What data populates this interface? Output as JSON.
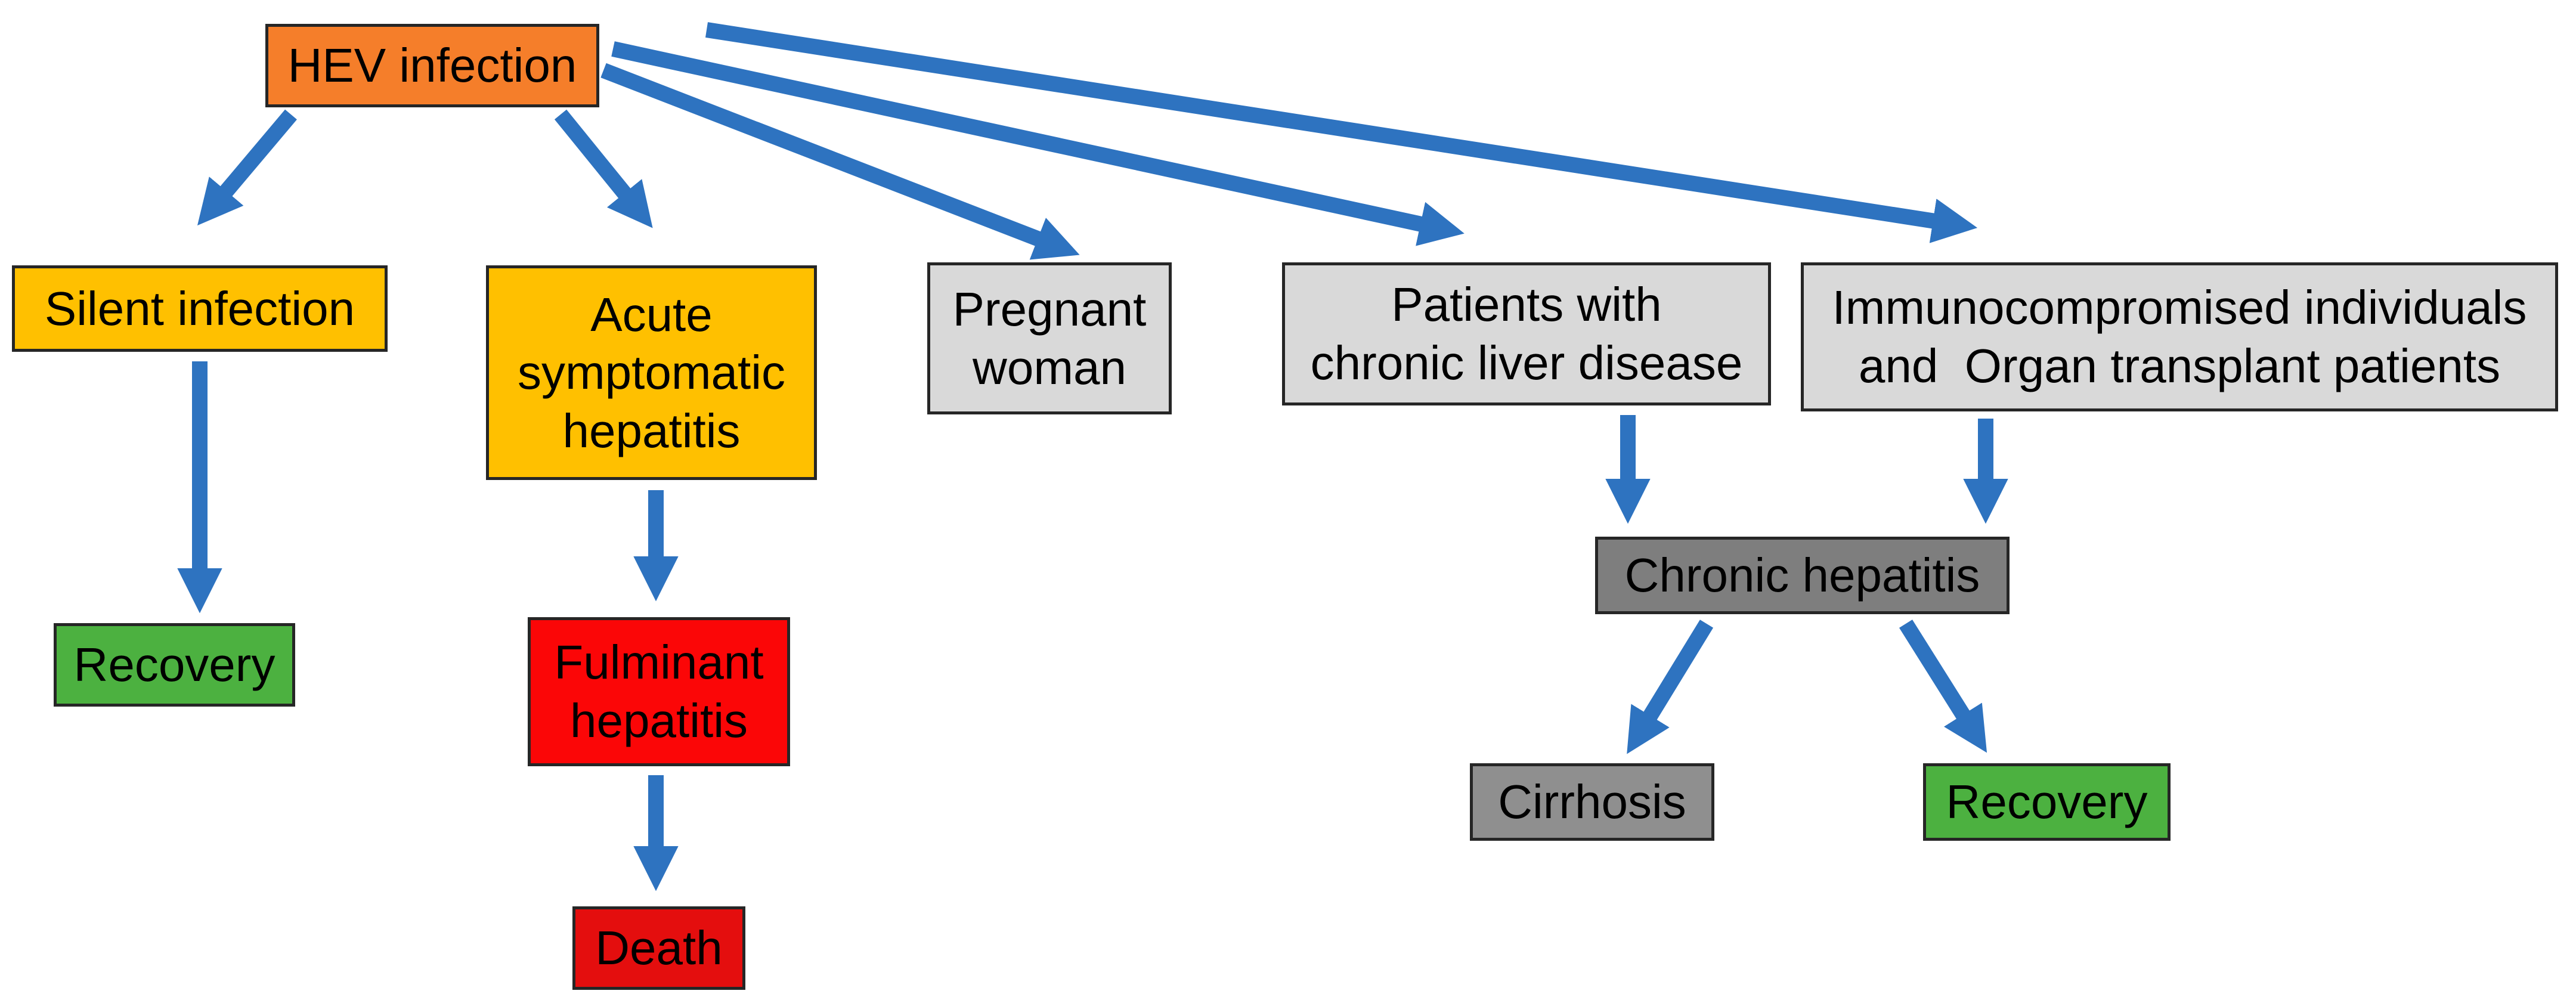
{
  "diagram": {
    "subject": "HEV infection",
    "colors": {
      "arrow": "#2E73C0",
      "node_border": "#262626",
      "background": "#FFFFFF",
      "text": "#000000",
      "orange": "#F57E2A",
      "gold": "#FFC000",
      "light_gray": "#D9D9D9",
      "mid_gray": "#7E7E7E",
      "cirrhosis_gray": "#8F8F8F",
      "green": "#4CB140",
      "red": "#FB0607",
      "dark_red": "#E40E0E"
    },
    "nodes": [
      {
        "id": "hev-infection",
        "label": "HEV infection",
        "bg": "#F57E2A"
      },
      {
        "id": "silent-infection",
        "label": "Silent infection",
        "bg": "#FFC000"
      },
      {
        "id": "acute-symptomatic-hepatitis",
        "label": "Acute\nsymptomatic\nhepatitis",
        "bg": "#FFC000"
      },
      {
        "id": "pregnant-woman",
        "label": "Pregnant\nwoman",
        "bg": "#D9D9D9"
      },
      {
        "id": "patients-chronic-liver-disease",
        "label": "Patients with\nchronic liver disease",
        "bg": "#D9D9D9"
      },
      {
        "id": "immunocompromised-transplant",
        "label": "Immunocompromised individuals\nand  Organ transplant patients",
        "bg": "#D9D9D9"
      },
      {
        "id": "recovery-left",
        "label": "Recovery",
        "bg": "#4CB140"
      },
      {
        "id": "fulminant-hepatitis",
        "label": "Fulminant\nhepatitis",
        "bg": "#FB0607"
      },
      {
        "id": "death",
        "label": "Death",
        "bg": "#E40E0E"
      },
      {
        "id": "chronic-hepatitis",
        "label": "Chronic hepatitis",
        "bg": "#7E7E7E"
      },
      {
        "id": "cirrhosis",
        "label": "Cirrhosis",
        "bg": "#8F8F8F"
      },
      {
        "id": "recovery-right",
        "label": "Recovery",
        "bg": "#4CB140"
      }
    ],
    "edges": [
      {
        "from": "hev-infection",
        "to": "silent-infection"
      },
      {
        "from": "hev-infection",
        "to": "acute-symptomatic-hepatitis"
      },
      {
        "from": "hev-infection",
        "to": "pregnant-woman"
      },
      {
        "from": "hev-infection",
        "to": "patients-chronic-liver-disease"
      },
      {
        "from": "hev-infection",
        "to": "immunocompromised-transplant"
      },
      {
        "from": "silent-infection",
        "to": "recovery-left"
      },
      {
        "from": "acute-symptomatic-hepatitis",
        "to": "fulminant-hepatitis"
      },
      {
        "from": "fulminant-hepatitis",
        "to": "death"
      },
      {
        "from": "patients-chronic-liver-disease",
        "to": "chronic-hepatitis"
      },
      {
        "from": "immunocompromised-transplant",
        "to": "chronic-hepatitis"
      },
      {
        "from": "chronic-hepatitis",
        "to": "cirrhosis"
      },
      {
        "from": "chronic-hepatitis",
        "to": "recovery-right"
      }
    ]
  }
}
